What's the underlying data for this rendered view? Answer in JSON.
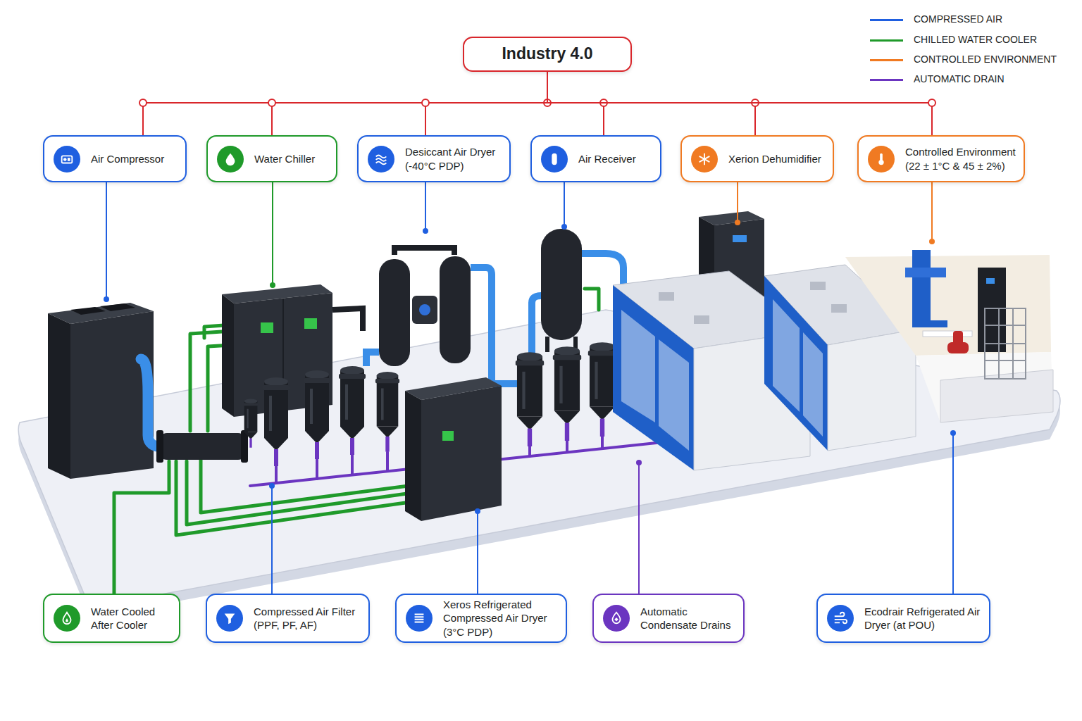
{
  "diagram": {
    "nodes": [
      {
        "text": [
          "Industry 4.0"
        ]
      },
      {
        "text": [
          "Air Compressor"
        ]
      },
      {
        "text": [
          "Water Chiller"
        ]
      },
      {
        "text": [
          "Desiccant Air Dryer (-40°C PDP)"
        ]
      },
      {
        "text": [
          "Air Receiver"
        ]
      },
      {
        "text": [
          "Xerion Dehumidifier"
        ]
      },
      {
        "text": [
          "Controlled Environment (22 ± 1°C & 45 ± 2%)"
        ]
      },
      {
        "text": [
          "Water Cooled After Cooler"
        ]
      },
      {
        "text": [
          "Compressed Air Filter (PPF, PF, AF)"
        ]
      },
      {
        "text": [
          "Xeros Refrigerated Compressed Air Dryer (3°C PDP)"
        ]
      },
      {
        "text": [
          "Automatic Condensate Drains"
        ]
      },
      {
        "text": [
          "Ecodrair Refrigerated Air Dryer (at POU)"
        ]
      }
    ],
    "edges": [
      {
        "from": 0,
        "to": 1,
        "arrow": "none"
      },
      {
        "from": 0,
        "to": 2,
        "arrow": "none"
      },
      {
        "from": 0,
        "to": 3,
        "arrow": "none"
      },
      {
        "from": 0,
        "to": 4,
        "arrow": "none"
      },
      {
        "from": 0,
        "to": 5,
        "arrow": "none"
      },
      {
        "from": 0,
        "to": 6,
        "arrow": "none"
      }
    ],
    "legend": [
      {
        "text": "COMPRESSED AIR"
      },
      {
        "text": "CHILLED WATER COOLER"
      },
      {
        "text": "CONTROLLED ENVIRONMENT"
      },
      {
        "text": "AUTOMATIC DRAIN"
      }
    ]
  }
}
